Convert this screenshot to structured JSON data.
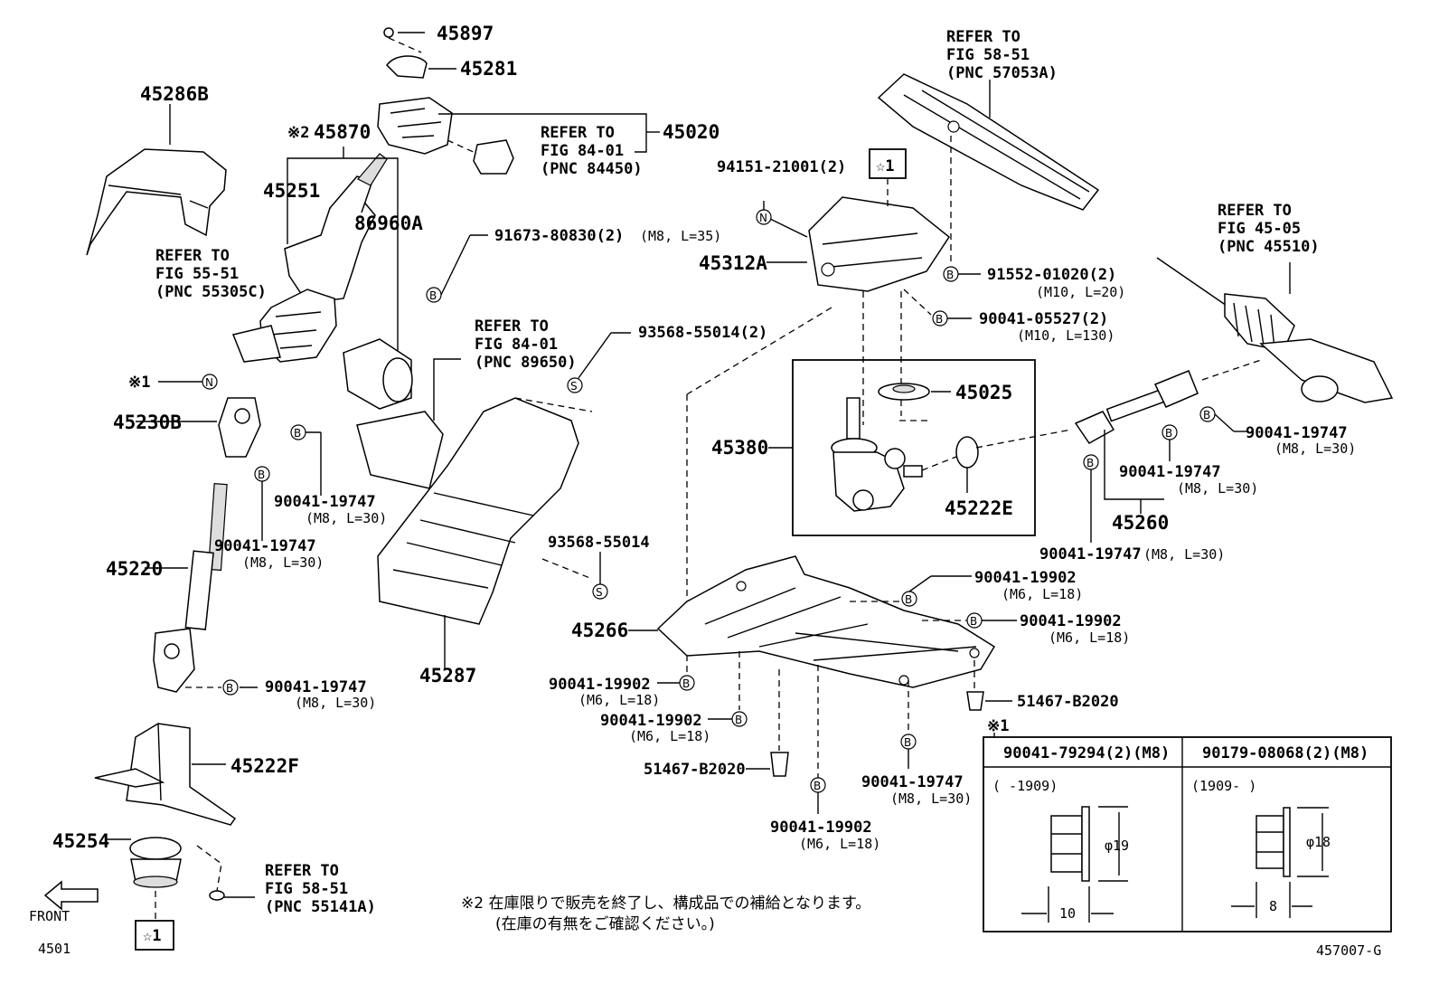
{
  "labels": {
    "p45897": "45897",
    "p45281": "45281",
    "p45286B": "45286B",
    "note2": "※2",
    "p45870": "45870",
    "p45020": "45020",
    "ref84_01a_1": "REFER TO",
    "ref84_01a_2": "FIG 84-01",
    "ref84_01a_3": "(PNC 84450)",
    "p45251": "45251",
    "p86960A": "86960A",
    "b91673": "91673-80830(2)",
    "b91673s": "(M8, L=35)",
    "ref55_1": "REFER TO",
    "ref55_2": "FIG 55-51",
    "ref55_3": "(PNC 55305C)",
    "note1": "※1",
    "p45230B": "45230B",
    "b90041_1": "90041-19747",
    "b90041_1s": "(M8, L=30)",
    "b90041_2": "90041-19747",
    "b90041_2s": "(M8, L=30)",
    "p45220": "45220",
    "b90041_3": "90041-19747",
    "b90041_3s": "(M8, L=30)",
    "ref84_01b_1": "REFER TO",
    "ref84_01b_2": "FIG 84-01",
    "ref84_01b_3": "(PNC 89650)",
    "s93568a": "93568-55014(2)",
    "s93568b": "93568-55014",
    "p45287": "45287",
    "p45222F": "45222F",
    "p45254": "45254",
    "ref58b_1": "REFER TO",
    "ref58b_2": "FIG 58-51",
    "ref58b_3": "(PNC 55141A)",
    "front": "FRONT",
    "star1": "☆1",
    "code4501": "4501",
    "ref58a_1": "REFER TO",
    "ref58a_2": "FIG 58-51",
    "ref58a_3": "(PNC 57053A)",
    "n94151": "94151-21001(2)",
    "p45312A": "45312A",
    "b91552": "91552-01020(2)",
    "b91552s": "(M10, L=20)",
    "b90041_527": "90041-05527(2)",
    "b90041_527s": "(M10, L=130)",
    "ref45_1": "REFER TO",
    "ref45_2": "FIG 45-05",
    "ref45_3": "(PNC 45510)",
    "p45025": "45025",
    "p45380": "45380",
    "p45222E": "45222E",
    "b90041_r1": "90041-19747",
    "b90041_r1s": "(M8, L=30)",
    "b90041_r2": "90041-19747",
    "b90041_r2s": "(M8, L=30)",
    "p45260": "45260",
    "b90041_r3": "90041-19747",
    "b90041_r3s": "(M8, L=30)",
    "b19902_a": "90041-19902",
    "b19902_as": "(M6, L=18)",
    "b19902_b": "90041-19902",
    "b19902_bs": "(M6, L=18)",
    "p45266": "45266",
    "b19902_c": "90041-19902",
    "b19902_cs": "(M6, L=18)",
    "b19902_d": "90041-19902",
    "b19902_ds": "(M6, L=18)",
    "p51467a": "51467-B2020",
    "p51467b": "51467-B2020",
    "b19747_bot": "90041-19747",
    "b19747_bots": "(M8, L=30)",
    "b19902_e": "90041-19902",
    "b19902_es": "(M6, L=18)",
    "jp_line1": "※2  在庫限りで販売を終了し、構成品での補給となります。",
    "jp_line2": "(在庫の有無をご確認ください。)",
    "diagram_code": "457007-G"
  },
  "table": {
    "note": "※1",
    "col1_header": "90041-79294(2)(M8)",
    "col2_header": "90179-08068(2)(M8)",
    "col1_range": "(      -1909)",
    "col2_range": "(1909-      )",
    "col1_dia": "φ19",
    "col2_dia": "φ18",
    "col1_width": "10",
    "col2_width": "8"
  },
  "symbols": {
    "bolt": "B",
    "nut": "N",
    "screw": "S"
  }
}
